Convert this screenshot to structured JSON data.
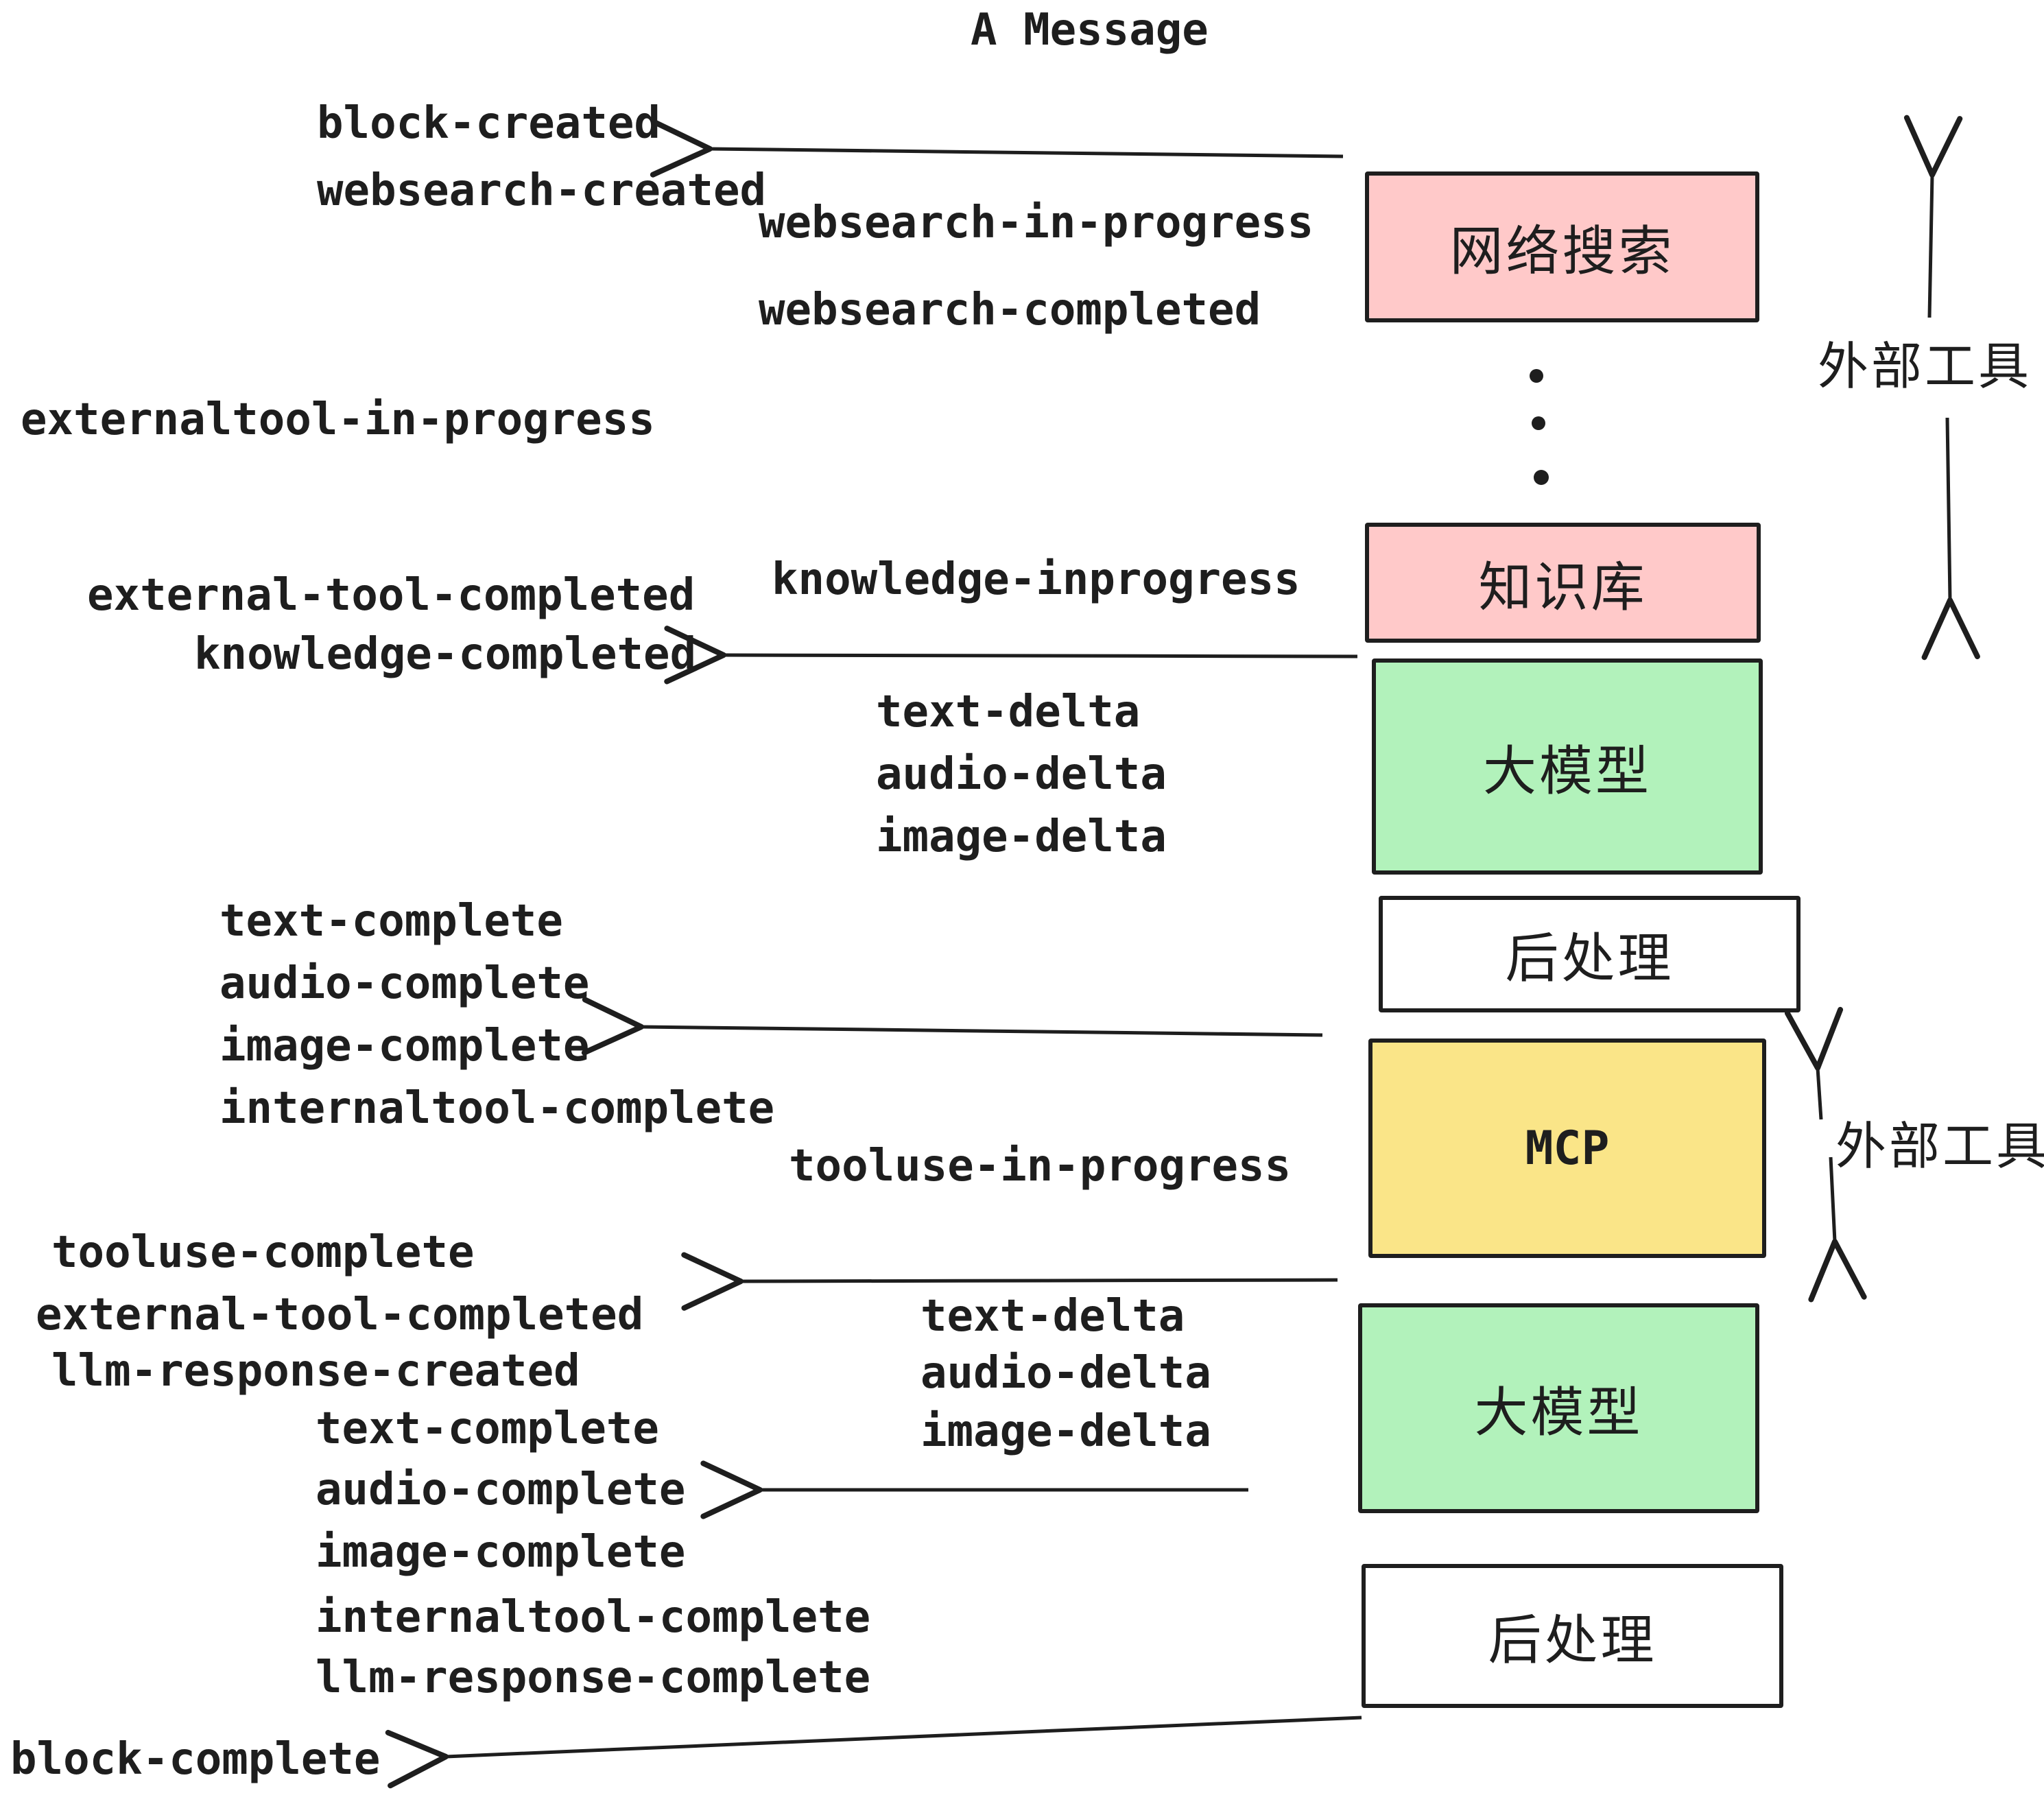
{
  "title": "A Message",
  "boxes": [
    {
      "id": "web-search",
      "label": "网络搜索",
      "color": "pink"
    },
    {
      "id": "knowledge-base",
      "label": "知识库",
      "color": "pink"
    },
    {
      "id": "llm-1",
      "label": "大模型",
      "color": "green"
    },
    {
      "id": "post-process-1",
      "label": "后处理",
      "color": "white"
    },
    {
      "id": "mcp",
      "label": "MCP",
      "color": "yellow"
    },
    {
      "id": "llm-2",
      "label": "大模型",
      "color": "green"
    },
    {
      "id": "post-process-2",
      "label": "后处理",
      "color": "white"
    }
  ],
  "side_annotations": [
    {
      "label": "外部工具"
    },
    {
      "label": "外部工具"
    }
  ],
  "event_labels": [
    {
      "text": "block-created"
    },
    {
      "text": "websearch-created"
    },
    {
      "text": "websearch-in-progress"
    },
    {
      "text": "websearch-completed"
    },
    {
      "text": "externaltool-in-progress"
    },
    {
      "text": "knowledge-inprogress"
    },
    {
      "text": "external-tool-completed"
    },
    {
      "text": "knowledge-completed"
    },
    {
      "text": "text-delta"
    },
    {
      "text": "audio-delta"
    },
    {
      "text": "image-delta"
    },
    {
      "text": "text-complete"
    },
    {
      "text": "audio-complete"
    },
    {
      "text": "image-complete"
    },
    {
      "text": "internaltool-complete"
    },
    {
      "text": "tooluse-in-progress"
    },
    {
      "text": "tooluse-complete"
    },
    {
      "text": "external-tool-completed"
    },
    {
      "text": "llm-response-created"
    },
    {
      "text": "text-complete"
    },
    {
      "text": "audio-complete"
    },
    {
      "text": "image-complete"
    },
    {
      "text": "internaltool-complete"
    },
    {
      "text": "llm-response-complete"
    },
    {
      "text": "block-complete"
    }
  ],
  "icons": {
    "more_tools": "vertical-ellipsis-dots"
  },
  "colors": {
    "pink": "#ffc9c9",
    "green": "#b2f2bb",
    "yellow": "#fae588",
    "white": "#ffffff",
    "stroke": "#1e1e1e",
    "text": "#1e1e1e"
  }
}
